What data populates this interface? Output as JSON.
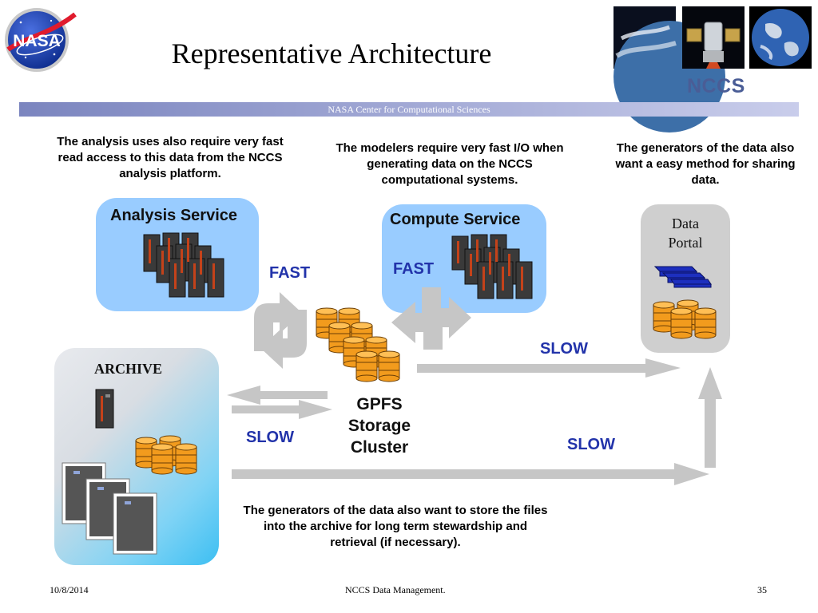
{
  "header": {
    "title": "Representative Architecture",
    "logo_text": "NASA",
    "brand": "NCCS",
    "band_text": "NASA Center for Computational Sciences"
  },
  "notes": {
    "analysis": "The analysis uses also require very fast read access to this data from the NCCS analysis platform.",
    "modelers": "The modelers require very fast I/O when generating data on the NCCS computational systems.",
    "generators_share": "The generators of the data also want a easy method for sharing data.",
    "generators_archive": "The generators of the data also want to store the files into the archive for long term stewardship and retrieval (if necessary)."
  },
  "services": {
    "analysis": "Analysis Service",
    "compute": "Compute Service",
    "portal_line1": "Data",
    "portal_line2": "Portal",
    "archive": "ARCHIVE"
  },
  "storage": {
    "line1": "GPFS",
    "line2": "Storage",
    "line3": "Cluster"
  },
  "links": {
    "fast_analysis": "FAST",
    "fast_compute": "FAST",
    "slow_portal": "SLOW",
    "slow_archive": "SLOW",
    "slow_bottom": "SLOW"
  },
  "footer": {
    "date": "10/8/2014",
    "center": "NCCS Data Management.",
    "page": "35"
  },
  "colors": {
    "panel_blue": "#99ccff",
    "archive_blue": "#4fc6f3",
    "portal_gray": "#cfcfcf",
    "arrow_gray": "#c6c6c6",
    "speed_text": "#2233aa",
    "disk_orange": "#f29b1d"
  }
}
